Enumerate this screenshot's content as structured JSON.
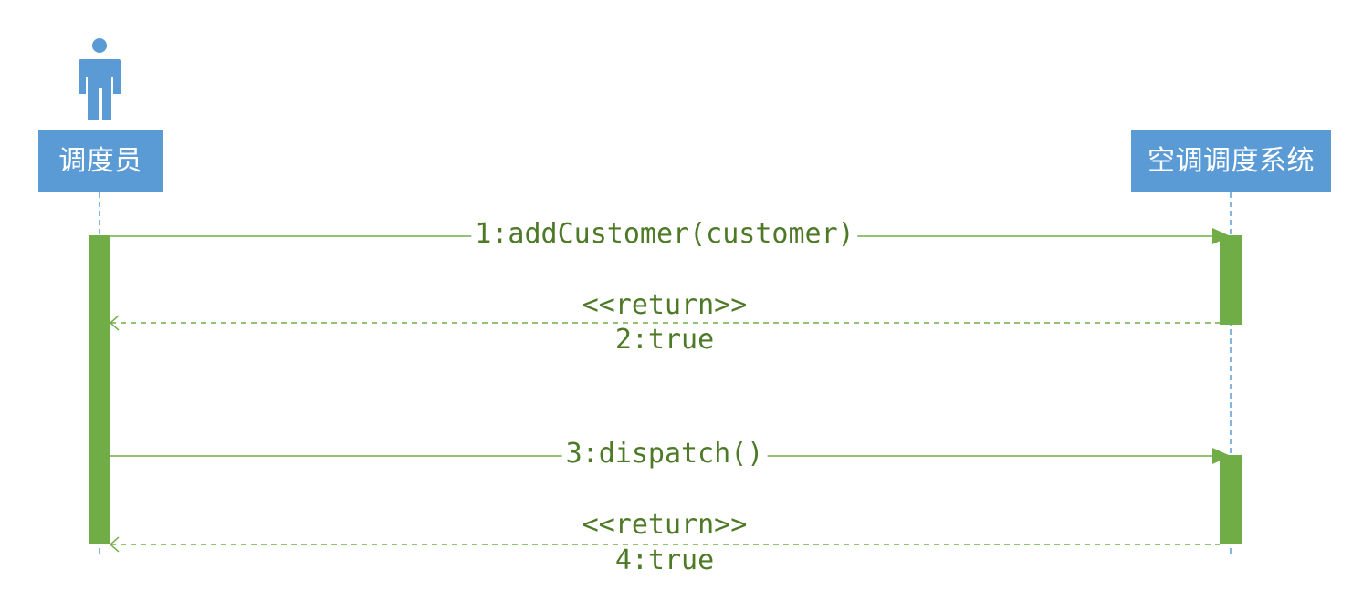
{
  "participants": {
    "actor": {
      "label": "调度员",
      "icon": "person-icon"
    },
    "system": {
      "label": "空调调度系统"
    }
  },
  "messages": [
    {
      "label": "1:addCustomer(customer)"
    },
    {
      "label": "<<return>>",
      "sublabel": "2:true"
    },
    {
      "label": "3:dispatch()"
    },
    {
      "label": "<<return>>",
      "sublabel": "4:true"
    }
  ],
  "colors": {
    "participant_fill": "#5b9bd5",
    "activation_fill": "#70ad47",
    "message_text": "#4e7a28",
    "lifeline": "#5b9bd5"
  }
}
